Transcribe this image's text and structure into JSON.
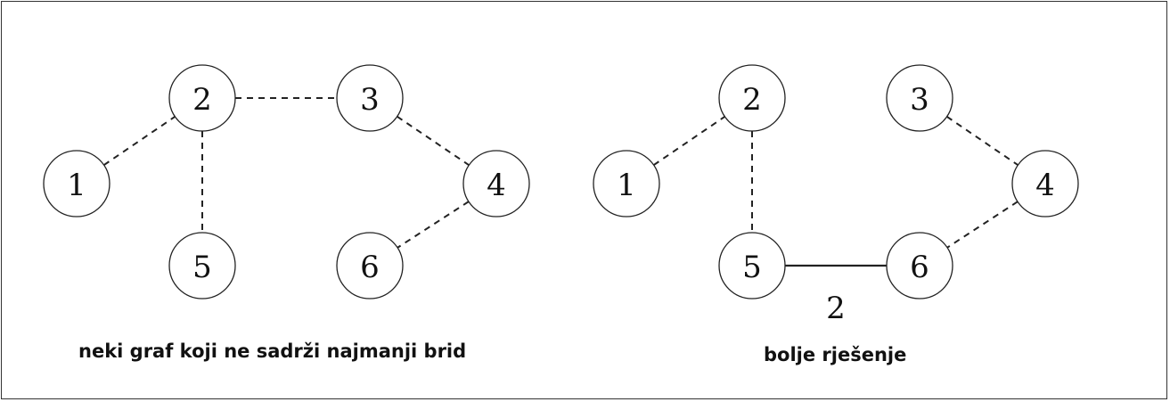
{
  "left_graph": {
    "caption": "neki graf koji ne sadrži najmanji brid",
    "nodes": [
      {
        "id": "1",
        "label": "1"
      },
      {
        "id": "2",
        "label": "2"
      },
      {
        "id": "3",
        "label": "3"
      },
      {
        "id": "4",
        "label": "4"
      },
      {
        "id": "5",
        "label": "5"
      },
      {
        "id": "6",
        "label": "6"
      }
    ],
    "edges": [
      {
        "from": "1",
        "to": "2",
        "style": "dashed"
      },
      {
        "from": "2",
        "to": "3",
        "style": "dashed"
      },
      {
        "from": "2",
        "to": "5",
        "style": "dashed"
      },
      {
        "from": "3",
        "to": "4",
        "style": "dashed"
      },
      {
        "from": "4",
        "to": "6",
        "style": "dashed"
      }
    ]
  },
  "right_graph": {
    "caption": "bolje rješenje",
    "nodes": [
      {
        "id": "1",
        "label": "1"
      },
      {
        "id": "2",
        "label": "2"
      },
      {
        "id": "3",
        "label": "3"
      },
      {
        "id": "4",
        "label": "4"
      },
      {
        "id": "5",
        "label": "5"
      },
      {
        "id": "6",
        "label": "6"
      }
    ],
    "edges": [
      {
        "from": "1",
        "to": "2",
        "style": "dashed"
      },
      {
        "from": "2",
        "to": "5",
        "style": "dashed"
      },
      {
        "from": "3",
        "to": "4",
        "style": "dashed"
      },
      {
        "from": "4",
        "to": "6",
        "style": "dashed"
      },
      {
        "from": "5",
        "to": "6",
        "style": "solid",
        "weight": "2"
      }
    ]
  }
}
